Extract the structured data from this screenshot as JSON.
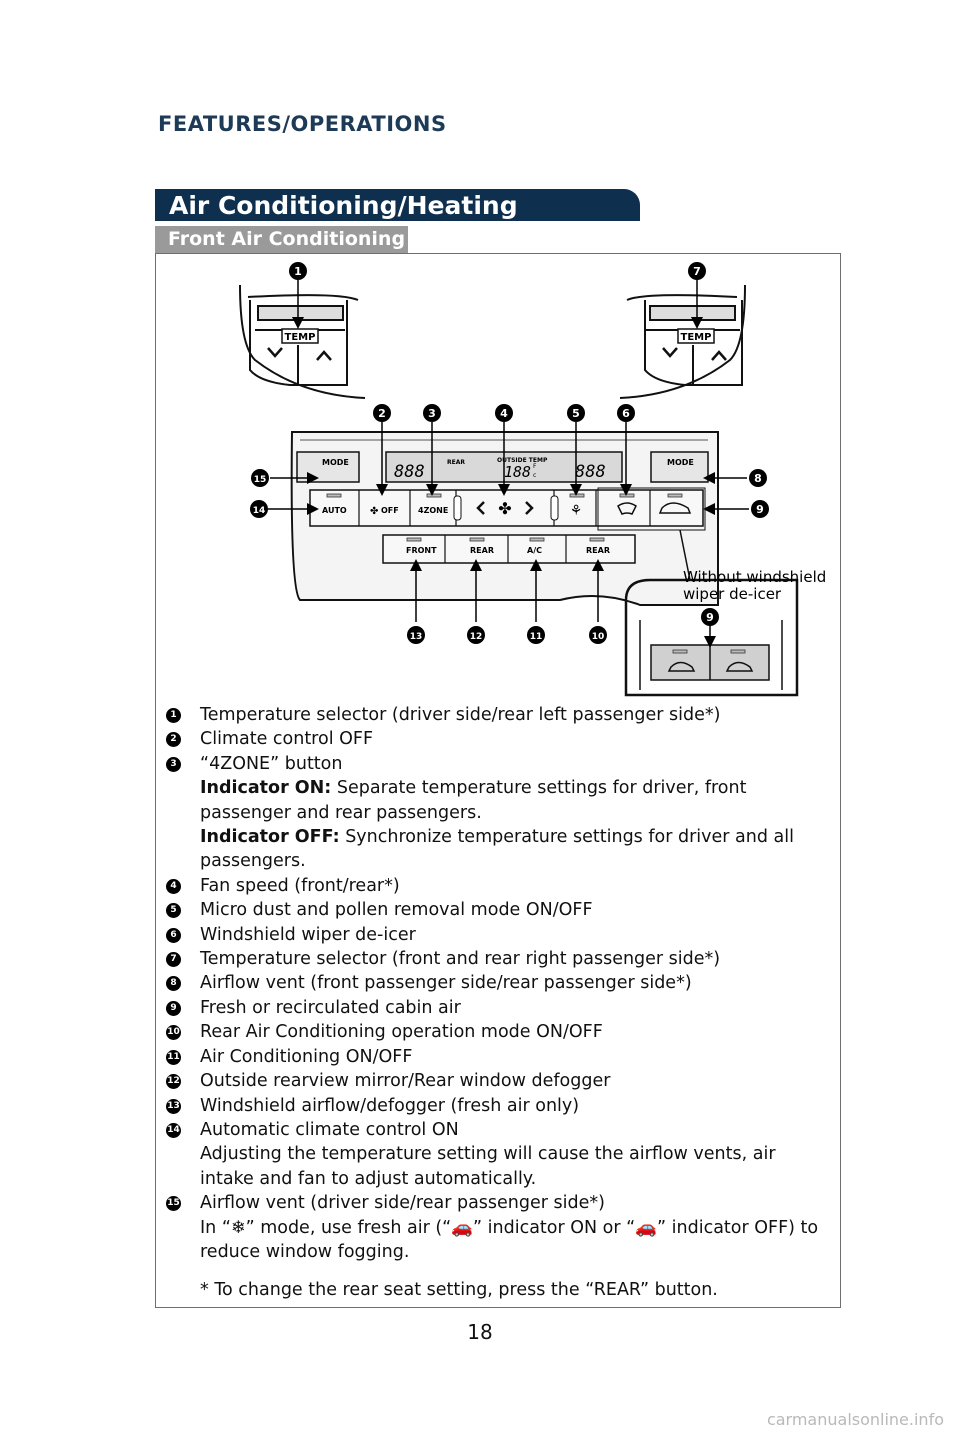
{
  "page": {
    "section_header": "FEATURES/OPERATIONS",
    "title": "Air Conditioning/Heating",
    "subtitle": "Front Air Conditioning",
    "page_number": "18",
    "watermark": "carmanualsonline.info"
  },
  "panel": {
    "temp_label_left": "TEMP",
    "temp_label_right": "TEMP",
    "mode_left": "MODE",
    "mode_right": "MODE",
    "display_left": "888",
    "display_center": "188",
    "display_right": "888",
    "display_rear": "REAR",
    "display_outside_temp": "OUTSIDE TEMP",
    "display_unit_f": "F",
    "display_unit_c": "c",
    "btn_auto": "AUTO",
    "btn_off": "OFF",
    "btn_4zone": "4ZONE",
    "btn_front": "FRONT",
    "btn_rear_defog": "REAR",
    "btn_ac": "A/C",
    "btn_rear": "REAR",
    "without_deicer_line1": "Without windshield",
    "without_deicer_line2": "wiper de-icer"
  },
  "callouts": [
    "1",
    "2",
    "3",
    "4",
    "5",
    "6",
    "7",
    "8",
    "9",
    "10",
    "11",
    "12",
    "13",
    "14",
    "15",
    "9"
  ],
  "items": [
    {
      "num": "1",
      "text": "Temperature selector (driver side/rear left passenger side*)"
    },
    {
      "num": "2",
      "text": "Climate control OFF"
    },
    {
      "num": "3",
      "text": "“4ZONE” button",
      "ind_on_label": "Indicator ON:",
      "ind_on_text": " Separate temperature settings for driver, front passenger and rear passengers.",
      "ind_off_label": "Indicator OFF:",
      "ind_off_text": " Synchronize temperature settings for driver and all passengers."
    },
    {
      "num": "4",
      "text": "Fan speed (front/rear*)"
    },
    {
      "num": "5",
      "text": "Micro dust and pollen removal mode ON/OFF"
    },
    {
      "num": "6",
      "text": "Windshield wiper de-icer"
    },
    {
      "num": "7",
      "text": "Temperature selector (front and rear right passenger side*)"
    },
    {
      "num": "8",
      "text": "Airflow vent (front passenger side/rear passenger side*)"
    },
    {
      "num": "9",
      "text": "Fresh or recirculated cabin air"
    },
    {
      "num": "10",
      "text": "Rear Air Conditioning operation mode ON/OFF"
    },
    {
      "num": "11",
      "text": "Air Conditioning ON/OFF"
    },
    {
      "num": "12",
      "text": "Outside rearview mirror/Rear window defogger"
    },
    {
      "num": "13",
      "text": "Windshield airflow/defogger (fresh air only)"
    },
    {
      "num": "14",
      "text": "Automatic climate control ON",
      "sub": "Adjusting the temperature setting will cause the airflow vents, air intake and fan to adjust automatically."
    },
    {
      "num": "15",
      "text": "Airflow vent (driver side/rear passenger side*)",
      "sub_a": "In “",
      "sub_b": "” mode, use fresh air (“",
      "sub_c": "” indicator ON or “",
      "sub_d": "” indicator OFF) to reduce window fogging."
    }
  ],
  "footnote": "* To change the rear seat setting, press the “REAR” button."
}
